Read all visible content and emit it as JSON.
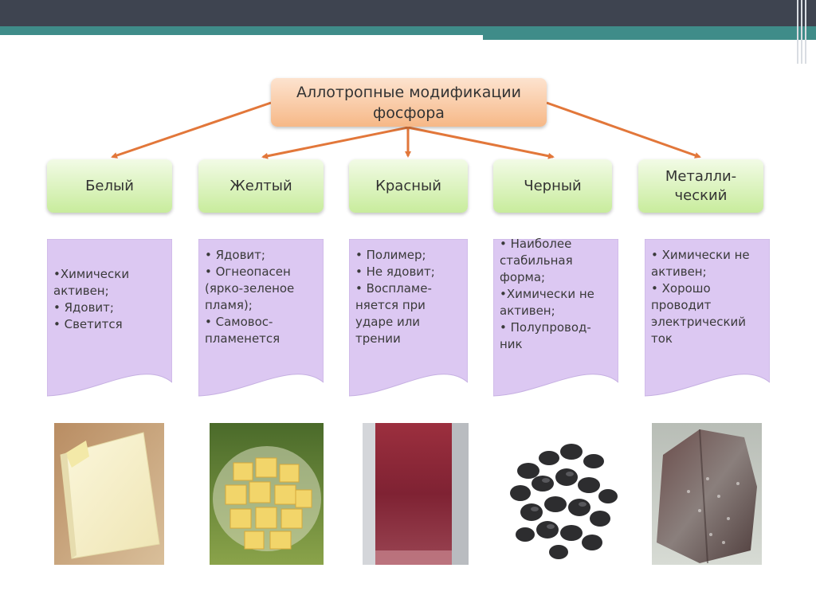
{
  "title": "Аллотропные модификации\nфосфора",
  "categories": [
    {
      "name": "Белый",
      "properties": [
        "•Химически\nактивен;",
        "• Ядовит;",
        "• Светится"
      ],
      "photo_icon": "white-phosphorus-block"
    },
    {
      "name": "Желтый",
      "properties": [
        "• Ядовит;",
        "• Огнеопасен\n(ярко-зеленое\nпламя);",
        "• Самовос-\nпламенется"
      ],
      "photo_icon": "yellow-phosphorus-cubes"
    },
    {
      "name": "Красный",
      "properties": [
        "• Полимер;",
        "• Не ядовит;",
        "• Воспламе-\nняется при\nударе или\nтрении"
      ],
      "photo_icon": "red-phosphorus-powder"
    },
    {
      "name": "Черный",
      "properties": [
        "• Наиболее\nстабильная\nформа;",
        "•Химически не\nактивен;",
        "• Полупровод-\nник"
      ],
      "photo_icon": "black-phosphorus-granules"
    },
    {
      "name": "Металли-\nческий",
      "properties": [
        "• Химически не\nактивен;",
        "• Хорошо\nпроводит\nэлектрический\nток"
      ],
      "photo_icon": "metallic-phosphorus-rock"
    }
  ],
  "colors": {
    "header_bar": "#3e4450",
    "header_accent": "#3f8c89",
    "title_fill": "#f6b887",
    "category_fill": "#c8ec9c",
    "description_fill": "#dcc8f2",
    "arrow": "#e2773a"
  }
}
